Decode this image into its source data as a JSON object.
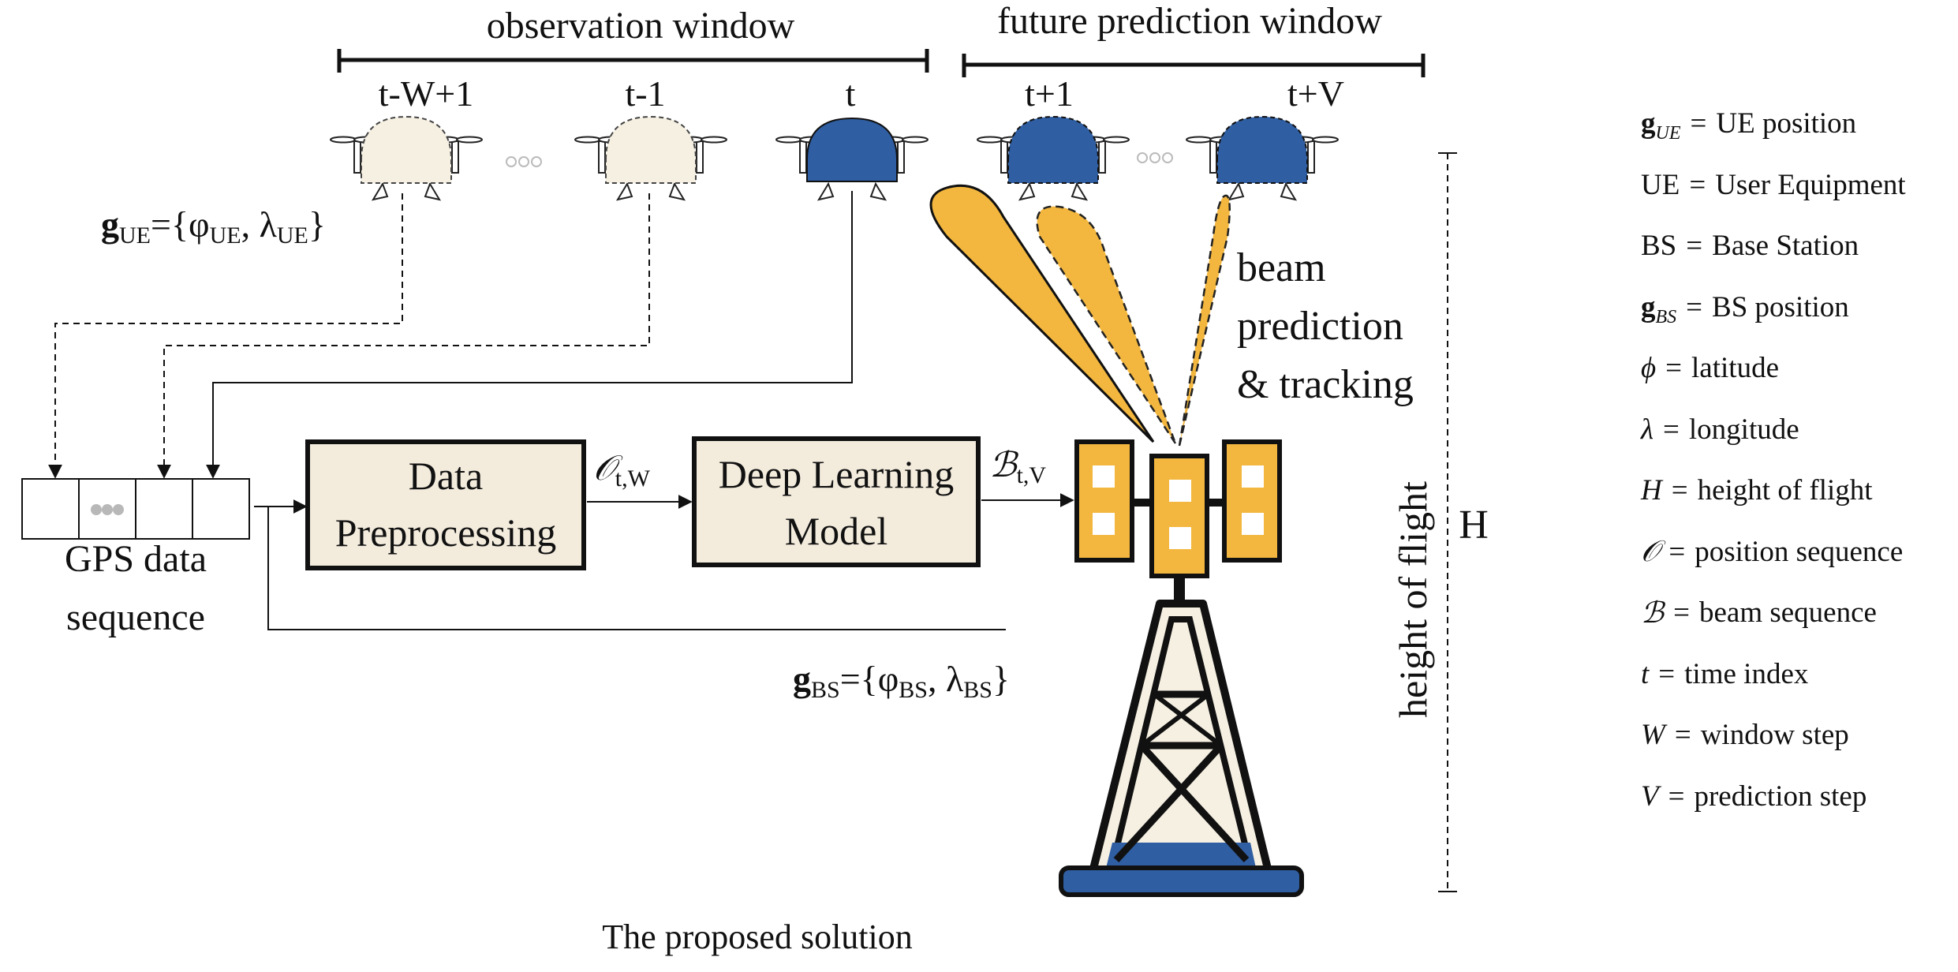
{
  "windows": {
    "observation_label": "observation window",
    "future_label": "future prediction window"
  },
  "time_labels": {
    "t_w_plus_1": "t-W+1",
    "t_minus_1": "t-1",
    "t": "t",
    "t_plus_1": "t+1",
    "t_plus_v": "t+V"
  },
  "ue_label": {
    "bold": "g",
    "sub": "UE",
    "rest": "={φ",
    "phi_sub": "UE",
    "comma": ", λ",
    "lambda_sub": "UE",
    "close": "}"
  },
  "bs_label": {
    "bold": "g",
    "sub": "BS",
    "rest": "={φ",
    "phi_sub": "BS",
    "comma": ", λ",
    "lambda_sub": "BS",
    "close": "}"
  },
  "gps": {
    "line1": "GPS data",
    "line2": "sequence"
  },
  "preprocessing": {
    "line1": "Data",
    "line2": "Preprocessing"
  },
  "model": {
    "line1": "Deep Learning",
    "line2": "Model"
  },
  "arrow_o": {
    "sym": "𝒪",
    "sub": "t,W"
  },
  "arrow_b": {
    "sym": "ℬ",
    "sub": "t,V"
  },
  "beam": {
    "line1": "beam",
    "line2": "prediction",
    "line3": "& tracking"
  },
  "height": {
    "label": "height of flight",
    "symbol": "H"
  },
  "caption": "The proposed solution",
  "legend": [
    {
      "sym": "g",
      "sub": "UE",
      "bold": true,
      "desc": "UE position"
    },
    {
      "sym": "UE",
      "sub": "",
      "bold": false,
      "plain": true,
      "desc": "User Equipment"
    },
    {
      "sym": "BS",
      "sub": "",
      "bold": false,
      "plain": true,
      "desc": "Base Station"
    },
    {
      "sym": "g",
      "sub": "BS",
      "bold": true,
      "desc": "BS position"
    },
    {
      "sym": "ϕ",
      "sub": "",
      "bold": false,
      "desc": "latitude"
    },
    {
      "sym": "λ",
      "sub": "",
      "bold": false,
      "desc": "longitude"
    },
    {
      "sym": "H",
      "sub": "",
      "bold": false,
      "desc": "height of flight"
    },
    {
      "sym": "𝒪",
      "sub": "",
      "bold": false,
      "desc": "position sequence"
    },
    {
      "sym": "ℬ",
      "sub": "",
      "bold": false,
      "desc": "beam sequence"
    },
    {
      "sym": "t",
      "sub": "",
      "bold": false,
      "desc": "time index"
    },
    {
      "sym": "W",
      "sub": "",
      "bold": false,
      "desc": "window step"
    },
    {
      "sym": "V",
      "sub": "",
      "bold": false,
      "desc": "prediction step"
    }
  ],
  "colors": {
    "drone_past": "#f6f0e2",
    "drone_current": "#2f5ea2",
    "beam_fill": "#f3b73f",
    "block_fill": "#f3ecdd",
    "tower_blue": "#2f5ea2"
  }
}
